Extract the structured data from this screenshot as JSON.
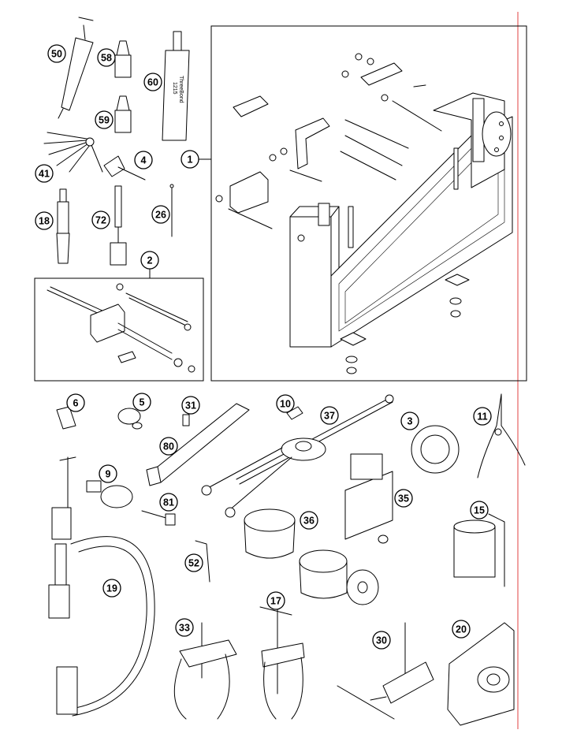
{
  "colors": {
    "ink": "#000000",
    "paper": "#ffffff",
    "fill": "#d8d8d8",
    "edge_line": "#e04040"
  },
  "callouts": [
    {
      "id": "1",
      "label": "1"
    },
    {
      "id": "2",
      "label": "2"
    },
    {
      "id": "3",
      "label": "3"
    },
    {
      "id": "4",
      "label": "4"
    },
    {
      "id": "5",
      "label": "5"
    },
    {
      "id": "6",
      "label": "6"
    },
    {
      "id": "9",
      "label": "9"
    },
    {
      "id": "10",
      "label": "10"
    },
    {
      "id": "11",
      "label": "11"
    },
    {
      "id": "15",
      "label": "15"
    },
    {
      "id": "17",
      "label": "17"
    },
    {
      "id": "18",
      "label": "18"
    },
    {
      "id": "19",
      "label": "19"
    },
    {
      "id": "20",
      "label": "20"
    },
    {
      "id": "26",
      "label": "26"
    },
    {
      "id": "30",
      "label": "30"
    },
    {
      "id": "31",
      "label": "31"
    },
    {
      "id": "33",
      "label": "33"
    },
    {
      "id": "35",
      "label": "35"
    },
    {
      "id": "36",
      "label": "36"
    },
    {
      "id": "37",
      "label": "37"
    },
    {
      "id": "41",
      "label": "41"
    },
    {
      "id": "50",
      "label": "50"
    },
    {
      "id": "52",
      "label": "52"
    },
    {
      "id": "58",
      "label": "58"
    },
    {
      "id": "59",
      "label": "59"
    },
    {
      "id": "60",
      "label": "60"
    },
    {
      "id": "72",
      "label": "72"
    },
    {
      "id": "80",
      "label": "80"
    },
    {
      "id": "81",
      "label": "81"
    }
  ],
  "tube_label": {
    "brand": "ThreeBond",
    "code": "1215"
  }
}
